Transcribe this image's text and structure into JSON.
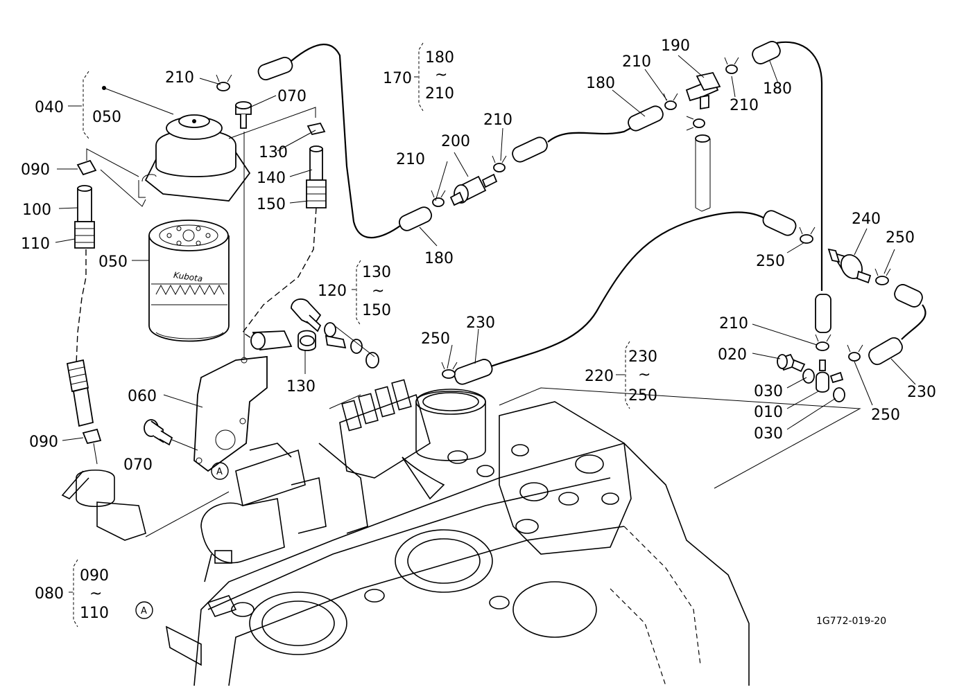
{
  "labels": {
    "p040": "040",
    "p050_group": "050",
    "p050_filter": "050",
    "p060": "060",
    "p070_top": "070",
    "p070_bottom": "070",
    "p080": "080",
    "p080_from": "090",
    "p080_tilde": "~",
    "p080_to": "110",
    "p090_top": "090",
    "p090_bottom": "090",
    "p100": "100",
    "p110": "110",
    "p120": "120",
    "p120_from": "130",
    "p120_tilde": "~",
    "p120_to": "150",
    "p130_top": "130",
    "p130_bottom": "130",
    "p140": "140",
    "p150": "150",
    "p170": "170",
    "p170_from": "180",
    "p170_tilde": "~",
    "p170_to": "210",
    "p180_a": "180",
    "p180_b": "180",
    "p180_c": "180",
    "p190": "190",
    "p200": "200",
    "p210_a": "210",
    "p210_b": "210",
    "p210_c": "210",
    "p210_d": "210",
    "p210_e": "210",
    "p210_f": "210",
    "p220": "220",
    "p220_from": "230",
    "p220_tilde": "~",
    "p220_to": "250",
    "p230_a": "230",
    "p230_b": "230",
    "p240": "240",
    "p250_a": "250",
    "p250_b": "250",
    "p250_c": "250",
    "p250_d": "250",
    "p020": "020",
    "p030_a": "030",
    "p010": "010",
    "p030_b": "030",
    "ref_a_top": "A",
    "ref_a_bottom": "A",
    "filter_brand": "Kubota",
    "drawing_id": "1G772-019-20"
  }
}
